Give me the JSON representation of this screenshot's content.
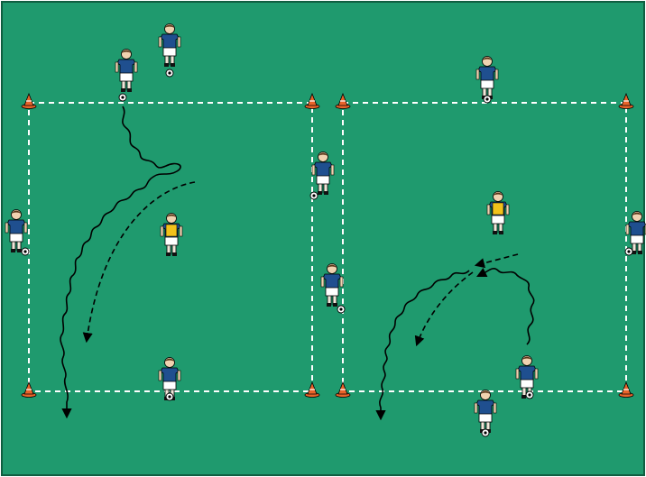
{
  "diagram": {
    "pitch_color": "#1f9a6e",
    "line_color": "#ffffff",
    "cone_color": "#e9642a",
    "player_shirt_color": "#1f4f8f",
    "defender_bib_color": "#f2c21b",
    "ball_icon": "soccer-ball-icon",
    "grids": [
      {
        "name": "left-grid",
        "cones": 4
      },
      {
        "name": "right-grid",
        "cones": 4
      }
    ],
    "players": {
      "attackers": 10,
      "defenders": 2
    },
    "movements": [
      "dribble-path",
      "pass-path"
    ]
  }
}
